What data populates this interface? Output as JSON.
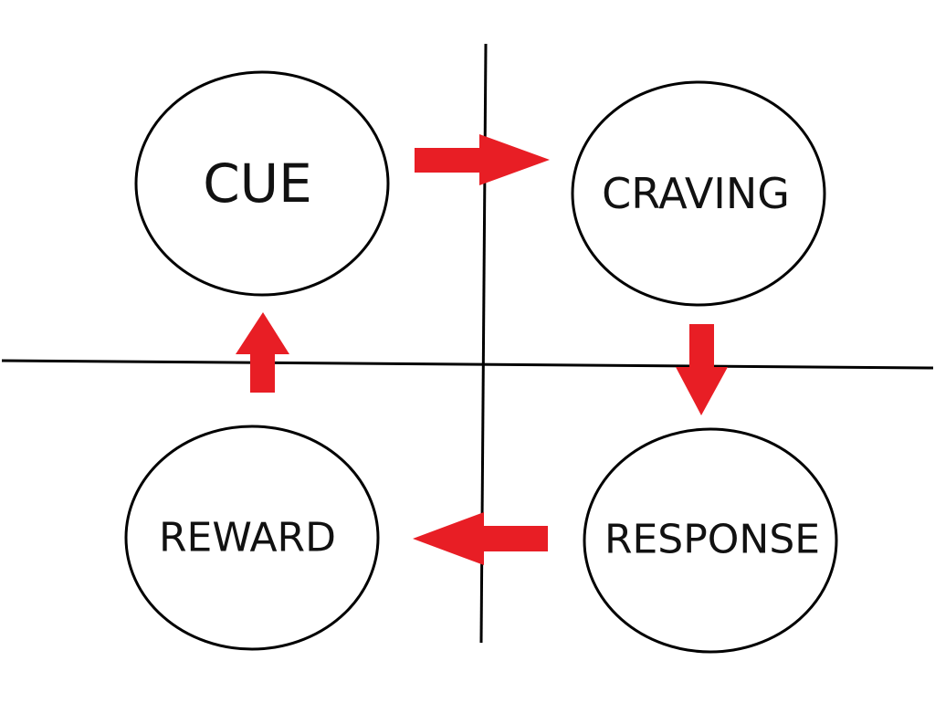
{
  "nodes": {
    "cue": {
      "label": "CUE"
    },
    "craving": {
      "label": "CRAVING"
    },
    "response": {
      "label": "RESPONSE"
    },
    "reward": {
      "label": "REWARD"
    }
  },
  "colors": {
    "arrow": "#e81e25",
    "line": "#000000",
    "circle_stroke": "#000000",
    "background": "#ffffff",
    "text": "#111111"
  },
  "flow": [
    {
      "from": "cue",
      "to": "craving"
    },
    {
      "from": "craving",
      "to": "response"
    },
    {
      "from": "response",
      "to": "reward"
    },
    {
      "from": "reward",
      "to": "cue"
    }
  ]
}
